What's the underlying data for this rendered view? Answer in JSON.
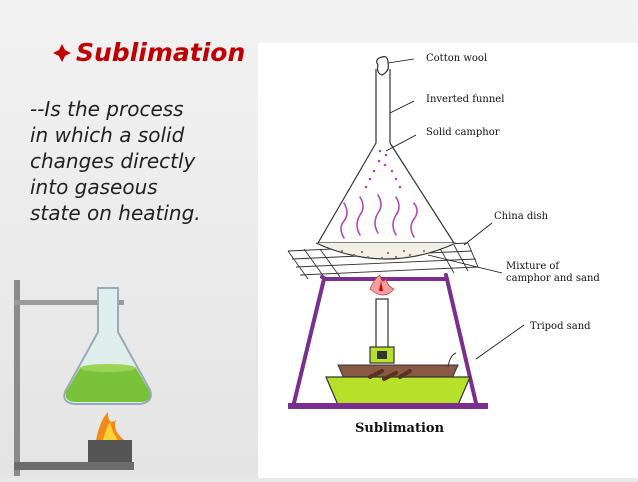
{
  "slide": {
    "title": "Sublimation",
    "bullet_icon": "diamond-bullet-icon",
    "definition_lines": [
      "--Is the process",
      "in which a solid",
      "changes directly",
      "into gaseous",
      "state on heating."
    ]
  },
  "diagram": {
    "labels": {
      "cotton_wool": "Cotton wool",
      "inverted_funnel": "Inverted funnel",
      "solid_camphor": "Solid camphor",
      "china_dish": "China dish",
      "mixture_line1": "Mixture of",
      "mixture_line2": "camphor and sand",
      "tripod_stand": "Tripod sand"
    },
    "caption": "Sublimation"
  },
  "colors": {
    "title": "#c00000",
    "tripod": "#7a2e8e",
    "vapour": "#b04ab8",
    "sand_tray": "#b6e02a",
    "sand": "#8a5a44"
  }
}
